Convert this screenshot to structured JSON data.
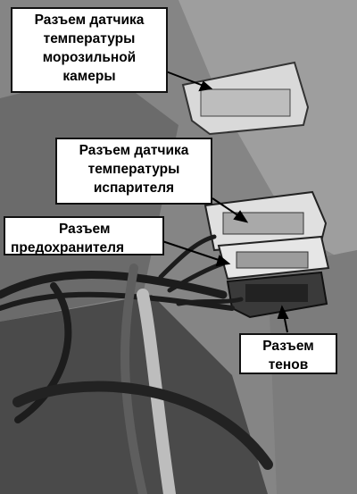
{
  "image": {
    "description_colors": {
      "background": "#7a7a7a",
      "callout_fill": "#ffffff",
      "callout_border": "#111111"
    }
  },
  "callouts": [
    {
      "lines": [
        "Разъем датчика",
        "температуры",
        "морозильной",
        "камеры"
      ]
    },
    {
      "lines": [
        "Разъем датчика",
        "температуры",
        "испарителя"
      ]
    },
    {
      "lines": [
        "Разъем",
        "предохранителя"
      ]
    },
    {
      "lines": [
        "Разъем",
        "тенов"
      ]
    }
  ]
}
